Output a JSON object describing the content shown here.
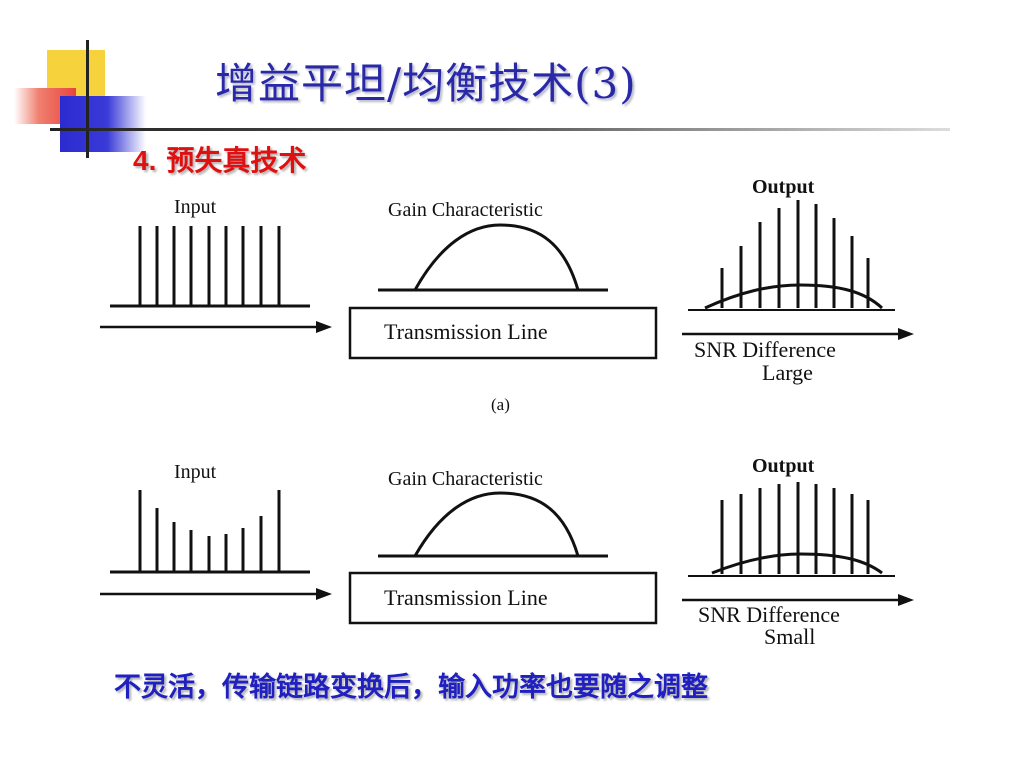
{
  "slide": {
    "title": "增益平坦/均衡技术(3)",
    "subtitle_number": "4.",
    "subtitle_text": "预失真技术",
    "footer": "不灵活，传输链路变换后，输入功率也要随之调整"
  },
  "figure_a": {
    "input_label": "Input",
    "gain_label": "Gain Characteristic",
    "transmission_label": "Transmission Line",
    "output_label": "Output",
    "snr_line1": "SNR Difference",
    "snr_line2": "Large",
    "caption": "(a)"
  },
  "figure_b": {
    "input_label": "Input",
    "gain_label": "Gain Characteristic",
    "transmission_label": "Transmission Line",
    "output_label": "Output",
    "snr_line1": "SNR Difference",
    "snr_line2": "Small"
  },
  "colors": {
    "title": "#2828a8",
    "subtitle": "#e01010",
    "footer": "#2020c0",
    "deco_yellow": "#f6d23c",
    "deco_red": "#e8453c",
    "deco_blue": "#2b2bd0"
  }
}
